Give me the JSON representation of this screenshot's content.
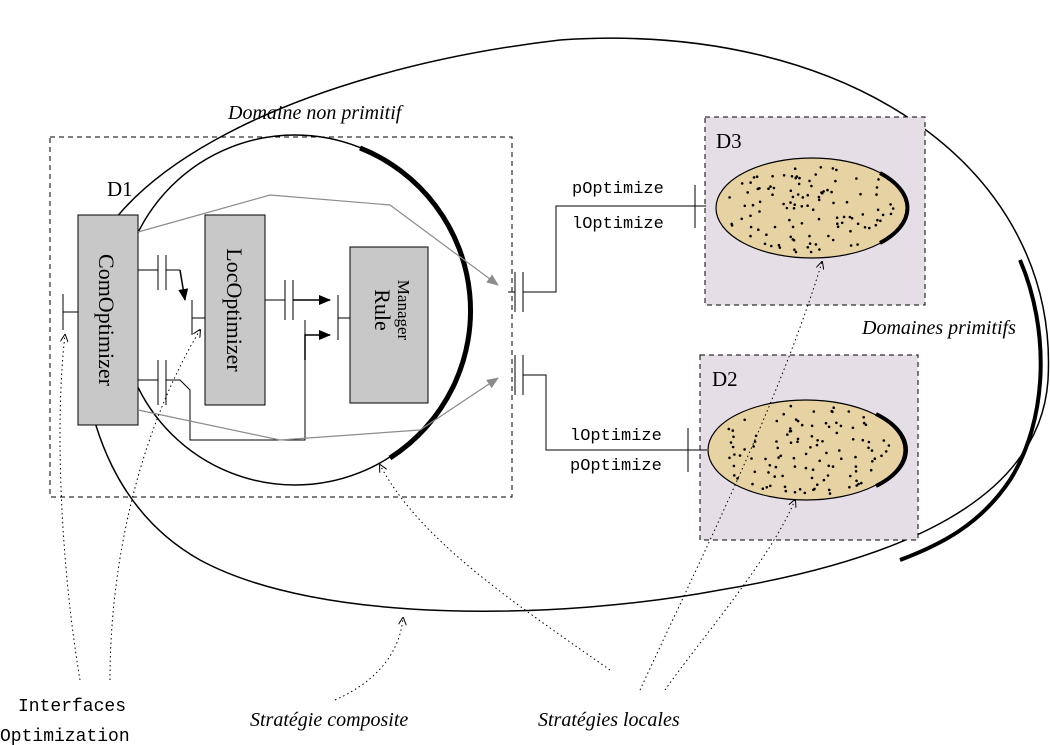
{
  "labels": {
    "non_primitive_domain": "Domaine non primitif",
    "primitive_domains": "Domaines primitifs",
    "d1": "D1",
    "d2": "D2",
    "d3": "D3",
    "com_optimizer": "ComOptimizer",
    "loc_optimizer": "LocOptimizer",
    "rule": "Rule",
    "manager": "Manager",
    "p_optimize_d3": "pOptimize",
    "l_optimize_d3": "lOptimize",
    "l_optimize_d2": "lOptimize",
    "p_optimize_d2": "pOptimize",
    "interfaces": "Interfaces",
    "optimization": "Optimization",
    "composite_strategy": "Stratégie composite",
    "local_strategies": "Stratégies locales"
  },
  "colors": {
    "component_fill": "#c8c8c8",
    "primitive_domain_bg": "#e6dee6",
    "ellipse_fill": "#e6d2a3",
    "line": "#000000",
    "gray_arrow": "#8c8c8c"
  }
}
